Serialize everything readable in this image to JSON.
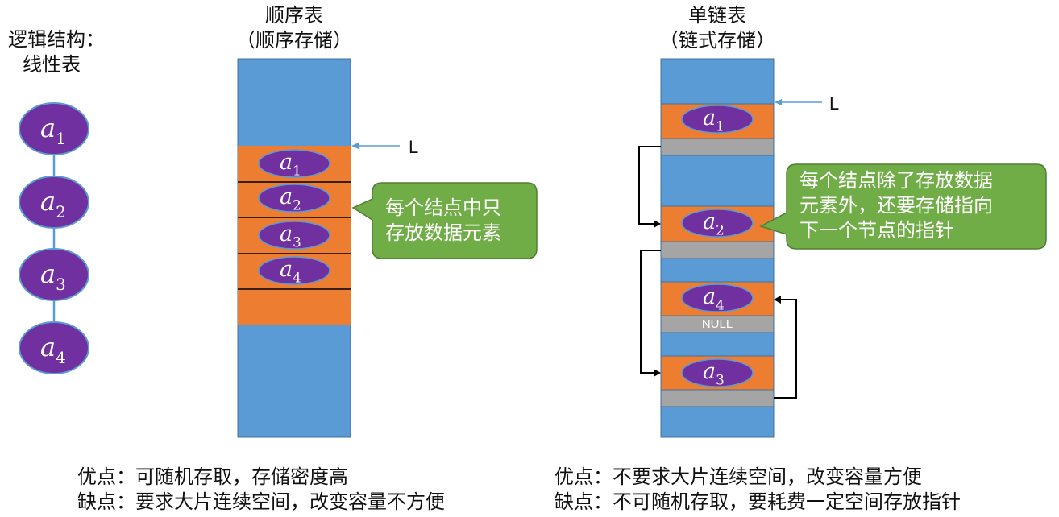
{
  "left": {
    "title_line1": "逻辑结构：",
    "title_line2": "线性表",
    "nodes": [
      {
        "var": "a",
        "sub": "1"
      },
      {
        "var": "a",
        "sub": "2"
      },
      {
        "var": "a",
        "sub": "3"
      },
      {
        "var": "a",
        "sub": "4"
      }
    ]
  },
  "sequential": {
    "title_line1": "顺序表",
    "title_line2": "（顺序存储）",
    "pointer_label": "L",
    "cells": [
      {
        "var": "a",
        "sub": "1"
      },
      {
        "var": "a",
        "sub": "2"
      },
      {
        "var": "a",
        "sub": "3"
      },
      {
        "var": "a",
        "sub": "4"
      }
    ],
    "callout_line1": "每个结点中只",
    "callout_line2": "存放数据元素",
    "pros": "优点：可随机存取，存储密度高",
    "cons": "缺点：要求大片连续空间，改变容量不方便"
  },
  "linked": {
    "title_line1": "单链表",
    "title_line2": "（链式存储）",
    "pointer_label": "L",
    "nodes": [
      {
        "var": "a",
        "sub": "1"
      },
      {
        "var": "a",
        "sub": "2"
      },
      {
        "var": "a",
        "sub": "4"
      },
      {
        "var": "a",
        "sub": "3"
      }
    ],
    "null_label": "NULL",
    "callout_line1": "每个结点除了存放数据",
    "callout_line2": "元素外，还要存储指向",
    "callout_line3": "下一个节点的指针",
    "pros": "优点：不要求大片连续空间，改变容量方便",
    "cons": "缺点：不可随机存取，要耗费一定空间存放指针"
  },
  "colors": {
    "memory_blue": "#5b9bd5",
    "element_orange": "#ed7d31",
    "node_purple": "#7030a0",
    "pointer_gray": "#a5a5a5",
    "callout_green": "#70ad47"
  }
}
